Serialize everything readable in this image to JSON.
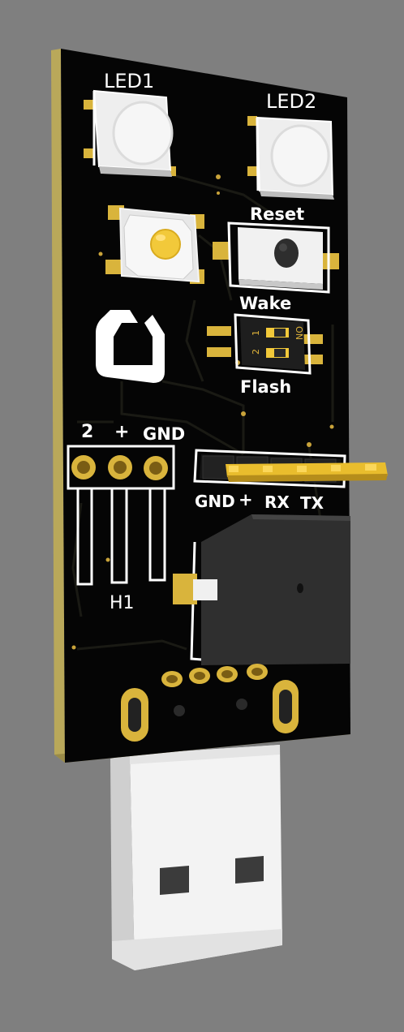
{
  "board": {
    "led1": "LED1",
    "led2": "LED2",
    "reset": "Reset",
    "wake": "Wake",
    "flash": "Flash",
    "dip_on": "ON",
    "dip_1": "1",
    "dip_2": "2",
    "h1_pin_2": "2",
    "h1_pin_plus": "+",
    "h1_pin_gnd": "GND",
    "h1": "H1",
    "serial_gnd": "GND",
    "serial_plus": "+",
    "serial_rx": "RX",
    "serial_tx": "TX"
  },
  "colors": {
    "background": "#7f7f7f",
    "pcb": "#050505",
    "silkscreen": "#ffffff",
    "gold": "#d9b43c",
    "board_edge": "#c9b86a",
    "usb_plug": "#f2f2f2"
  }
}
